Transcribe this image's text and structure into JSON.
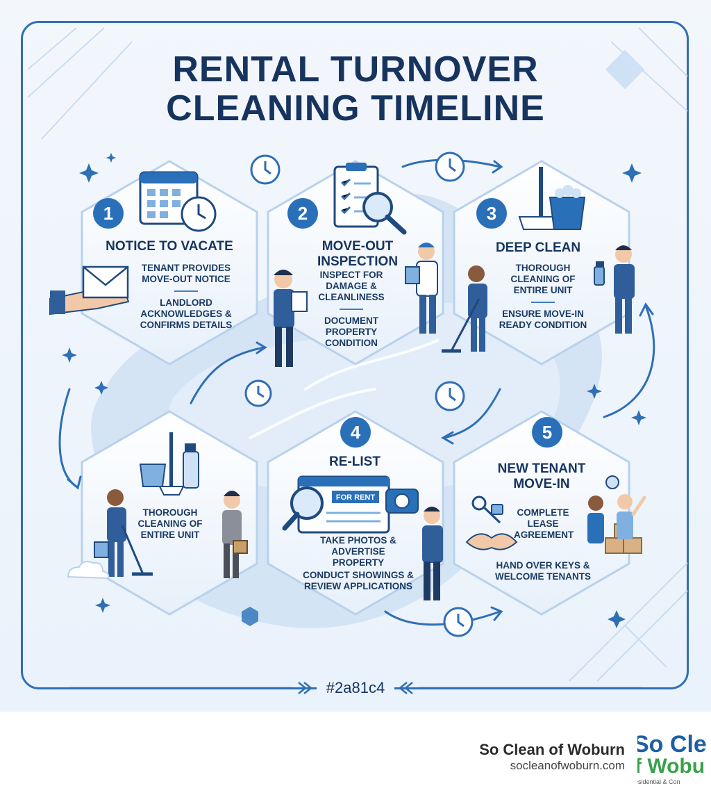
{
  "title": {
    "line1": "RENTAL TURNOVER",
    "line2": "CLEANING TIMELINE"
  },
  "steps": [
    {
      "number": "1",
      "title": "NOTICE TO VACATE",
      "desc1": "TENANT PROVIDES MOVE-OUT NOTICE",
      "desc2": "LANDLORD ACKNOWLEDGES & CONFIRMS DETAILS"
    },
    {
      "number": "2",
      "title": "MOVE-OUT INSPECTION",
      "desc1": "INSPECT FOR DAMAGE & CLEANLINESS",
      "desc2": "DOCUMENT PROPERTY CONDITION"
    },
    {
      "number": "3",
      "title": "DEEP CLEAN",
      "desc1": "THOROUGH CLEANING OF ENTIRE UNIT",
      "desc2": "ENSURE MOVE-IN READY CONDITION"
    },
    {
      "number": "",
      "title": "",
      "desc1": "THOROUGH CLEANING OF ENTIRE UNIT",
      "desc2": ""
    },
    {
      "number": "4",
      "title": "RE-LIST",
      "sign": "FOR RENT",
      "desc1": "TAKE PHOTOS & ADVERTISE PROPERTY",
      "desc2": "CONDUCT SHOWINGS & REVIEW APPLICATIONS"
    },
    {
      "number": "5",
      "title": "NEW TENANT MOVE-IN",
      "desc1": "COMPLETE LEASE AGREEMENT",
      "desc2": "HAND OVER KEYS & WELCOME TENANTS"
    }
  ],
  "hashtag": "#2a81c4",
  "footer": {
    "company": "So Clean of Woburn",
    "url": "socleanofwoburn.com",
    "logo_text": "So Clean of Woburn",
    "logo_tagline": "Residential & Commercial"
  },
  "colors": {
    "primary": "#2a70b8",
    "dark": "#16345e",
    "light": "#d7e6f6",
    "background": "#eef4fb"
  },
  "icons": [
    "calendar-icon",
    "clock-icon",
    "envelope-icon",
    "clipboard-icon",
    "magnifier-icon",
    "mop-icon",
    "bucket-icon",
    "spray-bottle-icon",
    "laptop-icon",
    "camera-icon",
    "key-icon",
    "handshake-icon",
    "boxes-icon",
    "sparkle-icon"
  ]
}
